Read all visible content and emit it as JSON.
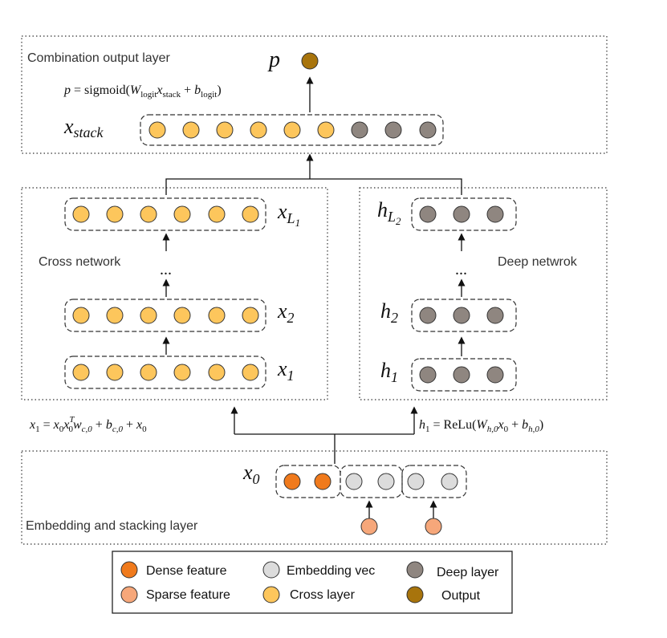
{
  "sections": {
    "combination": {
      "title": "Combination output layer",
      "output_symbol": "p",
      "formula": {
        "lhs": "p",
        "eq": " = sigmoid(",
        "w": "W",
        "w_sub": "logit",
        "x": "x",
        "x_sub": "stack",
        "plus": " + ",
        "b": "b",
        "b_sub": "logit",
        "close": ")"
      },
      "stack_label": {
        "base": "x",
        "sub": "stack"
      }
    },
    "cross": {
      "title": "Cross network",
      "labels": [
        {
          "base": "x",
          "sub": "L",
          "subsub": "1"
        },
        {
          "base": "x",
          "sub": "2"
        },
        {
          "base": "x",
          "sub": "1"
        }
      ],
      "ellipsis": "...",
      "formula": {
        "a": "x",
        "a_sub": "1",
        "eq": " = ",
        "b": "x",
        "b_sub": "0",
        "c": "x",
        "c_sub": "0",
        "c_sup": "T",
        "d": "w",
        "d_sub": "c,0",
        "plus1": " + ",
        "e": "b",
        "e_sub": "c,0",
        "plus2": " + ",
        "f": "x",
        "f_sub": "0"
      }
    },
    "deep": {
      "title": "Deep netwrok",
      "labels": [
        {
          "base": "h",
          "sub": "L",
          "subsub": "2"
        },
        {
          "base": "h",
          "sub": "2"
        },
        {
          "base": "h",
          "sub": "1"
        }
      ],
      "ellipsis": "...",
      "formula": {
        "a": "h",
        "a_sub": "1",
        "eq": " = ReLu(",
        "w": "W",
        "w_sub": "h,0",
        "x": "x",
        "x_sub": "0",
        "plus": " + ",
        "b": "b",
        "b_sub": "h,0",
        "close": ")"
      }
    },
    "embedding": {
      "title": "Embedding and stacking layer",
      "label": {
        "base": "x",
        "sub": "0"
      }
    }
  },
  "legend": {
    "items": [
      {
        "label": "Dense feature",
        "color": "#f07a1c"
      },
      {
        "label": "Embedding vec",
        "color": "#dcdcdc"
      },
      {
        "label": "Deep layer",
        "color": "#8f8680"
      },
      {
        "label": "Sparse feature",
        "color": "#f6a77a"
      },
      {
        "label": "Cross layer",
        "color": "#fdc65c"
      },
      {
        "label": "Output",
        "color": "#a8740c"
      }
    ]
  },
  "colors": {
    "cross_node": "#fdc65c",
    "deep_node": "#8f8680",
    "dense_node": "#f07a1c",
    "sparse_node": "#f6a77a",
    "embedding_node": "#dcdcdc",
    "output_node": "#a8740c"
  }
}
